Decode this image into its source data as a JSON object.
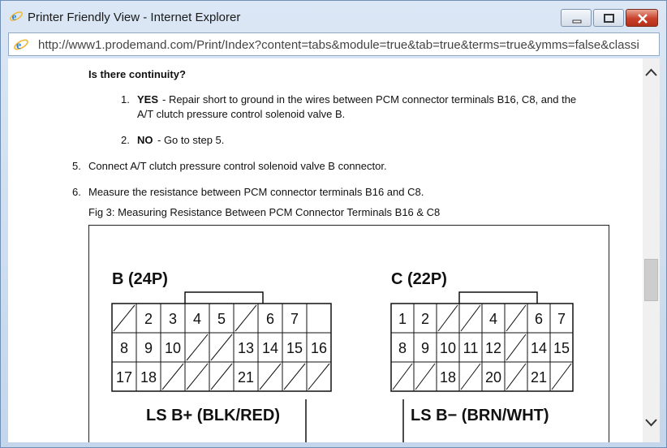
{
  "window": {
    "title": "Printer Friendly View - Internet Explorer",
    "url": "http://www1.prodemand.com/Print/Index?content=tabs&module=true&tab=true&terms=true&ymms=false&classi"
  },
  "document": {
    "question": "Is there continuity?",
    "yes_label": "YES",
    "yes_text": " - Repair short to ground in the wires between PCM connector terminals B16, C8, and the",
    "yes_text2": "A/T clutch pressure control solenoid valve B.",
    "no_label": "NO",
    "no_text": " - Go to step 5.",
    "sub1_num": "1.",
    "sub2_num": "2.",
    "step5_num": "5.",
    "step5_text": "Connect A/T clutch pressure control solenoid valve B connector.",
    "step6_num": "6.",
    "step6_text": "Measure the resistance between PCM connector terminals B16 and C8.",
    "figure_caption": "Fig 3: Measuring Resistance Between PCM Connector Terminals B16 & C8"
  },
  "figure": {
    "connector_b": {
      "label": "B (24P)",
      "row1": [
        "",
        "2",
        "3",
        "4",
        "5",
        "",
        "6",
        "7"
      ],
      "row2": [
        "8",
        "9",
        "10",
        "",
        "",
        "13",
        "14",
        "15",
        "16"
      ],
      "row3": [
        "17",
        "18",
        "",
        "",
        "",
        "21",
        "",
        "",
        ""
      ],
      "wire_label": "LS B+ (BLK/RED)"
    },
    "connector_c": {
      "label": "C (22P)",
      "row1": [
        "1",
        "2",
        "",
        "",
        "4",
        "",
        "6",
        "7"
      ],
      "row2": [
        "8",
        "9",
        "10",
        "11",
        "12",
        "",
        "14",
        "15"
      ],
      "row3": [
        "",
        "",
        "18",
        "",
        "20",
        "",
        "21",
        ""
      ],
      "wire_label": "LS B− (BRN/WHT)"
    }
  }
}
